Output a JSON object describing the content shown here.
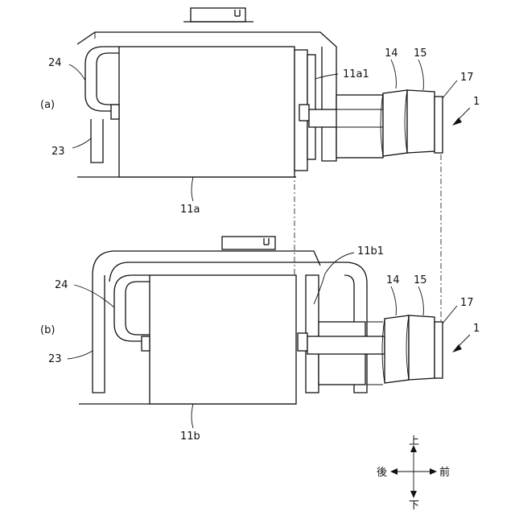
{
  "figure": {
    "panel_a": {
      "panel_label": "(a)",
      "labels": {
        "ref_24": "24",
        "ref_23": "23",
        "ref_11a": "11a",
        "ref_11a1": "11a1",
        "ref_14": "14",
        "ref_15": "15",
        "ref_17": "17",
        "ref_1": "1"
      }
    },
    "panel_b": {
      "panel_label": "(b)",
      "labels": {
        "ref_24": "24",
        "ref_23": "23",
        "ref_11b": "11b",
        "ref_11b1": "11b1",
        "ref_14": "14",
        "ref_15": "15",
        "ref_17": "17",
        "ref_1": "1"
      }
    },
    "direction_legend": {
      "up": "上",
      "down": "下",
      "rear": "後",
      "front": "前"
    }
  }
}
